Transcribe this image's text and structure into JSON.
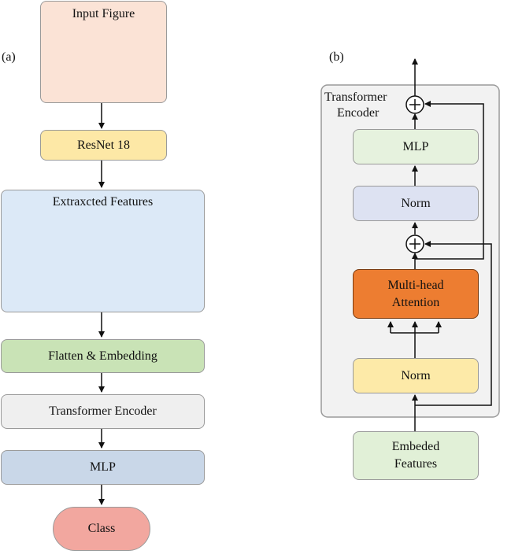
{
  "panel_a": {
    "label": "(a)",
    "input_title": "Input Figure",
    "resnet": "ResNet 18",
    "features_title": "Extraxcted Features",
    "flatten": "Flatten & Embedding",
    "transformer": "Transformer Encoder",
    "mlp": "MLP",
    "class": "Class"
  },
  "panel_b": {
    "label": "(b)",
    "encoder_title_line1": "Transformer",
    "encoder_title_line2": "Encoder",
    "mlp": "MLP",
    "norm_top": "Norm",
    "attention_line1": "Multi-head",
    "attention_line2": "Attention",
    "norm_bottom": "Norm",
    "input_line1": "Embeded",
    "input_line2": "Features"
  },
  "colors": {
    "input_fill": "#fbe3d6",
    "resnet_fill": "#fde8a6",
    "features_fill": "#dce9f7",
    "flatten_fill": "#c9e3b6",
    "transformer_fill": "#efefef",
    "mlp_a_fill": "#c9d7e8",
    "class_fill": "#f2a79f",
    "encoder_panel_fill": "#f2f2f2",
    "mlp_b_fill": "#e6f2de",
    "norm_top_fill": "#dde2f2",
    "attention_fill": "#ed7d31",
    "norm_bottom_fill": "#fdeaa8",
    "embedded_fill": "#e1f0d7"
  }
}
